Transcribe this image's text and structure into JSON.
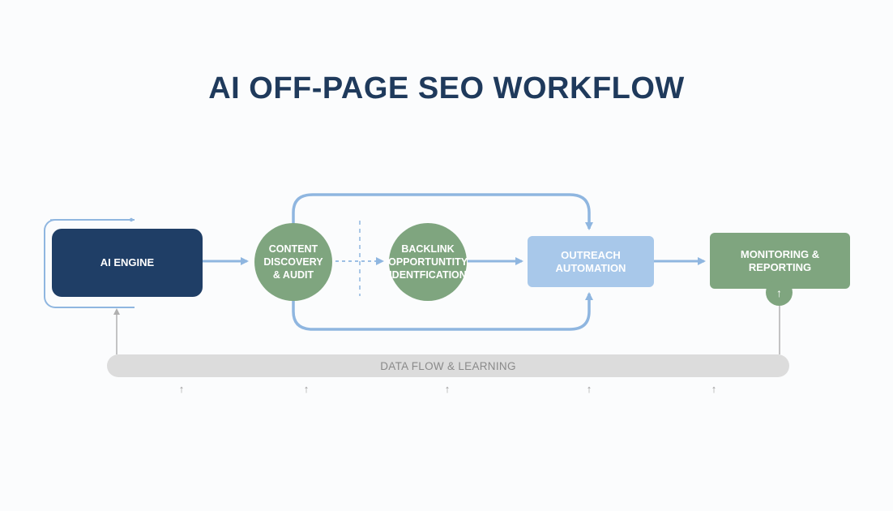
{
  "title": "AI OFF-PAGE SEO WORKFLOW",
  "nodes": {
    "engine": "AI ENGINE",
    "content": "CONTENT DISCOVERY & AUDIT",
    "backlink": "BACKLINK OPPORTUNTITY IDENTFICATION",
    "outreach": "OUTREACH AUTOMATION",
    "monitoring": "MONITORING & REPORTING"
  },
  "data_flow_label": "DATA FLOW & LEARNING",
  "icons": {
    "arrow_up": "↑"
  },
  "colors": {
    "title": "#1f3a5c",
    "engine": "#1f3e66",
    "green": "#7fa57f",
    "light_blue": "#a8c8ea",
    "connector": "#8fb6e0",
    "data_bar": "#dcdcdc"
  }
}
